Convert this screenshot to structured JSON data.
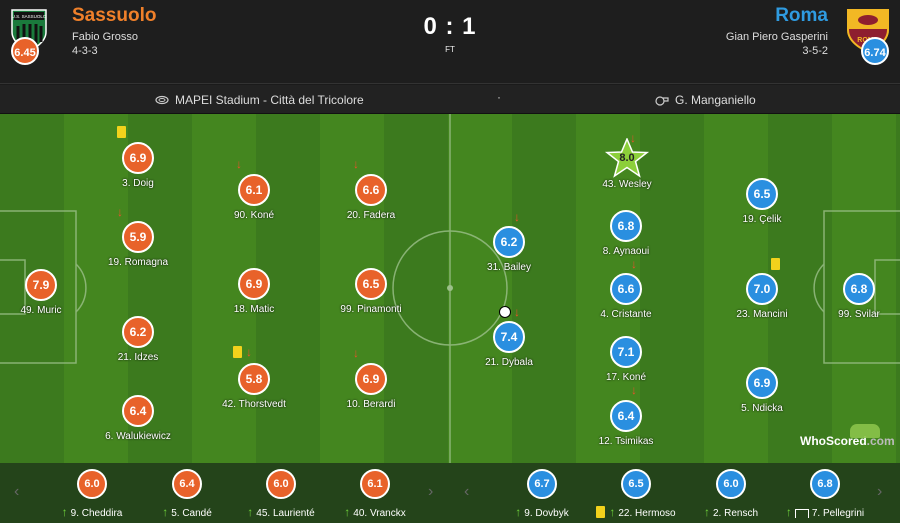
{
  "home": {
    "name": "Sassuolo",
    "manager": "Fabio Grosso",
    "formation": "4-3-3",
    "rating": "6.45",
    "crest_text": "U.S. SASSUOLO",
    "color": "#e8622a",
    "players": [
      {
        "label": "49. Muric",
        "rating": "7.9"
      },
      {
        "label": "3. Doig",
        "rating": "6.9"
      },
      {
        "label": "19. Romagna",
        "rating": "5.9"
      },
      {
        "label": "21. Idzes",
        "rating": "6.2"
      },
      {
        "label": "6. Walukiewicz",
        "rating": "6.4"
      },
      {
        "label": "90. Koné",
        "rating": "6.1"
      },
      {
        "label": "18. Matic",
        "rating": "6.9"
      },
      {
        "label": "42. Thorstvedt",
        "rating": "5.8"
      },
      {
        "label": "20. Fadera",
        "rating": "6.6"
      },
      {
        "label": "99. Pinamonti",
        "rating": "6.5"
      },
      {
        "label": "10. Berardi",
        "rating": "6.9"
      }
    ],
    "subs": [
      {
        "label": "9. Cheddira",
        "rating": "6.0"
      },
      {
        "label": "5. Candé",
        "rating": "6.4"
      },
      {
        "label": "45. Laurienté",
        "rating": "6.0"
      },
      {
        "label": "40. Vranckx",
        "rating": "6.1"
      }
    ]
  },
  "away": {
    "name": "Roma",
    "manager": "Gian Piero Gasperini",
    "formation": "3-5-2",
    "rating": "6.74",
    "crest_text": "ROMA",
    "color": "#2a8fe0",
    "players": [
      {
        "label": "99. Svilar",
        "rating": "6.8"
      },
      {
        "label": "19. Çelik",
        "rating": "6.5"
      },
      {
        "label": "23. Mancini",
        "rating": "7.0"
      },
      {
        "label": "5. Ndicka",
        "rating": "6.9"
      },
      {
        "label": "43. Wesley",
        "rating": "8.0"
      },
      {
        "label": "8. Aynaoui",
        "rating": "6.8"
      },
      {
        "label": "4. Cristante",
        "rating": "6.6"
      },
      {
        "label": "17. Koné",
        "rating": "7.1"
      },
      {
        "label": "12. Tsimikas",
        "rating": "6.4"
      },
      {
        "label": "31. Bailey",
        "rating": "6.2"
      },
      {
        "label": "21. Dybala",
        "rating": "7.4"
      }
    ],
    "subs": [
      {
        "label": "9. Dovbyk",
        "rating": "6.7"
      },
      {
        "label": "22. Hermoso",
        "rating": "6.5"
      },
      {
        "label": "2. Rensch",
        "rating": "6.0"
      },
      {
        "label": "7. Pellegrini",
        "rating": "6.8"
      }
    ]
  },
  "score": "0 : 1",
  "status": "FT",
  "venue": "MAPEI Stadium - Città del Tricolore",
  "referee": "G. Manganiello",
  "separator": "·",
  "watermark": "WhoScored",
  "watermark_suffix": ".com",
  "icons": {
    "venue": "stadium-icon",
    "referee": "whistle-icon",
    "prev": "chevron-left-icon",
    "next": "chevron-right-icon"
  }
}
